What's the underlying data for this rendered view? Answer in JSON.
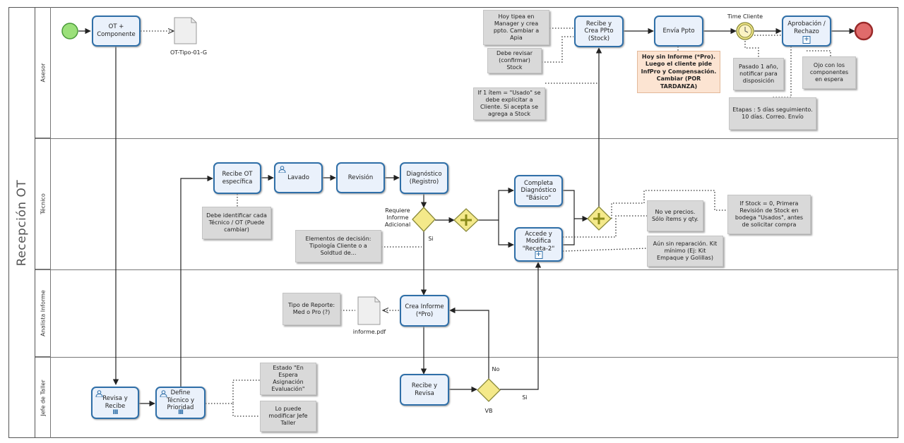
{
  "pool": {
    "title": "Recepción OT"
  },
  "lanes": [
    {
      "name": "Asesor"
    },
    {
      "name": "Técnico"
    },
    {
      "name": "Analista Informe"
    },
    {
      "name": "Jefe de Taller"
    }
  ],
  "tasks": {
    "ot_componente": "OT + Componente",
    "recibe_crea_ppto": "Recibe y Crea PPto (Stock)",
    "envia_ppto": "Envía Ppto",
    "aprobacion": "Aprobación / Rechazo",
    "recibe_ot": "Recibe OT específica",
    "lavado": "Lavado",
    "revision": "Revisión",
    "diagnostico": "Diagnóstico (Registro)",
    "completa_diag": "Completa Diagnóstico \"Básico\"",
    "accede_modifica": "Accede y Modifica \"Receta-2\"",
    "crea_informe": "Crea Informe (*Pro)",
    "recibe_revisa": "Recibe y Revisa",
    "revisa_recibe": "Revisa y Recibe",
    "define_tecnico": "Define Técnico y Prioridad"
  },
  "documents": {
    "ot_tipo": "OT-Tipo-01-G",
    "informe": "informe.pdf"
  },
  "timer": {
    "label": "Time Cliente"
  },
  "gateways": {
    "requiere_informe": "Requiere Informe Adicional",
    "si_1": "Si",
    "vb": "VB",
    "no": "No",
    "si_2": "Si"
  },
  "notes": {
    "hoy_tipea": "Hoy tipea en Manager y crea ppto. Cambiar a Apia",
    "debe_revisar": "Debe revisar (confirmar) Stock",
    "hoy_sin_informe": "Hoy sin Informe (*Pro). Luego el cliente pide InfPro y Compensación. Cambiar (POR TARDANZA)",
    "pasado_anio": "Pasado 1 año, notificar para disposición",
    "ojo_componentes": "Ojo con los componentes en espera",
    "if_usado": "If 1 ítem = \"Usado\" se debe explicitar a Cliente. Si acepta se agrega a Stock",
    "etapas": "Etapas : 5 días seguimiento. 10 días. Correo. Envío",
    "debe_identificar": "Debe identificar cada Técnico / OT (Puede cambiar)",
    "elementos_decision": "Elementos de decisión: Tipología Cliente o a Soldtud de...",
    "no_ve_precios": "No ve precios. Sólo ítems y qty.",
    "if_stock": "If Stock = 0, Primera Revisión de Stock en bodega \"Usados\", antes de solicitar compra",
    "aun_sin_reparacion": "Aún sin reparación. Kit mínimo (Ej: Kit Empaque y Golillas)",
    "tipo_reporte": "Tipo de Reporte: Med o Pro (?)",
    "estado_espera": "Estado \"En Espera Asignación Evaluación\"",
    "lo_puede": "Lo puede modificar Jefe Taller"
  },
  "colors": {
    "task_border": "#2f6fa8",
    "task_fill": "#eaf1fb",
    "start_event": "#9be07a",
    "end_event": "#e06b6b",
    "gateway": "#f4e98a",
    "note_fill": "#d9d9d9",
    "note_orange": "#fce4d2"
  }
}
